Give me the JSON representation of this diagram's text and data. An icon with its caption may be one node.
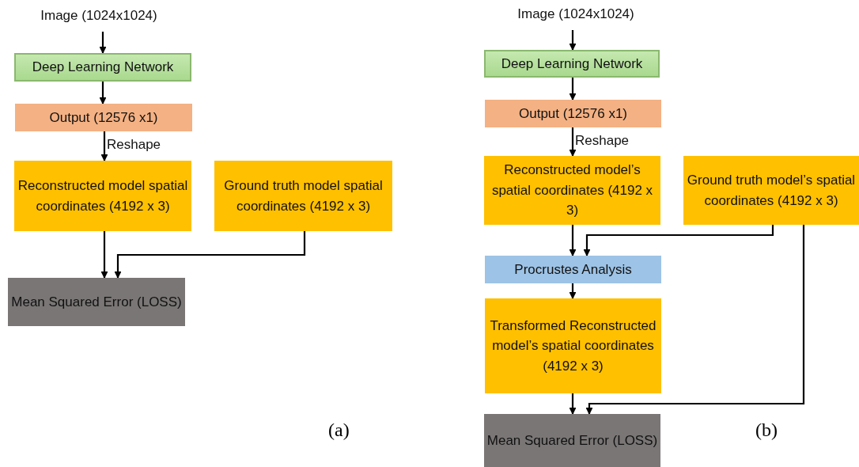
{
  "diagram": {
    "nodes": [
      {
        "text": [
          "Image (1024x1024)"
        ]
      },
      {
        "text": [
          "Deep Learning Network"
        ]
      },
      {
        "text": [
          "Output (12576 x1)"
        ]
      },
      {
        "text": [
          "Reconstructed model spatial coordinates (4192 x 3)"
        ]
      },
      {
        "text": [
          "Ground truth model spatial coordinates (4192 x 3)"
        ]
      },
      {
        "text": [
          "Mean Squared Error (LOSS)"
        ]
      },
      {
        "text": [
          "Image (1024x1024)"
        ]
      },
      {
        "text": [
          "Deep Learning Network"
        ]
      },
      {
        "text": [
          "Output (12576 x1)"
        ]
      },
      {
        "text": [
          "Reconstructed model’s spatial coordinates (4192 x 3)"
        ]
      },
      {
        "text": [
          "Ground truth model’s spatial coordinates (4192 x 3)"
        ]
      },
      {
        "text": [
          "Procrustes Analysis"
        ]
      },
      {
        "text": [
          "Transformed Reconstructed model’s spatial coordinates (4192 x 3)"
        ]
      },
      {
        "text": [
          "Mean Squared Error (LOSS)"
        ]
      }
    ],
    "edges": [
      {
        "from": 0,
        "to": 1,
        "arrow": "to"
      },
      {
        "from": 1,
        "to": 2,
        "arrow": "to"
      },
      {
        "from": 2,
        "to": 3,
        "arrow": "to",
        "label": "Reshape"
      },
      {
        "from": 3,
        "to": 5,
        "arrow": "to"
      },
      {
        "from": 4,
        "to": 5,
        "arrow": "to"
      },
      {
        "from": 6,
        "to": 7,
        "arrow": "to"
      },
      {
        "from": 7,
        "to": 8,
        "arrow": "to"
      },
      {
        "from": 8,
        "to": 9,
        "arrow": "to",
        "label": "Reshape"
      },
      {
        "from": 9,
        "to": 11,
        "arrow": "to"
      },
      {
        "from": 10,
        "to": 11,
        "arrow": "to"
      },
      {
        "from": 11,
        "to": 12,
        "arrow": "to"
      },
      {
        "from": 12,
        "to": 13,
        "arrow": "to"
      },
      {
        "from": 10,
        "to": 13,
        "arrow": "to"
      }
    ],
    "labels": [
      "(a)",
      "(b)"
    ]
  }
}
